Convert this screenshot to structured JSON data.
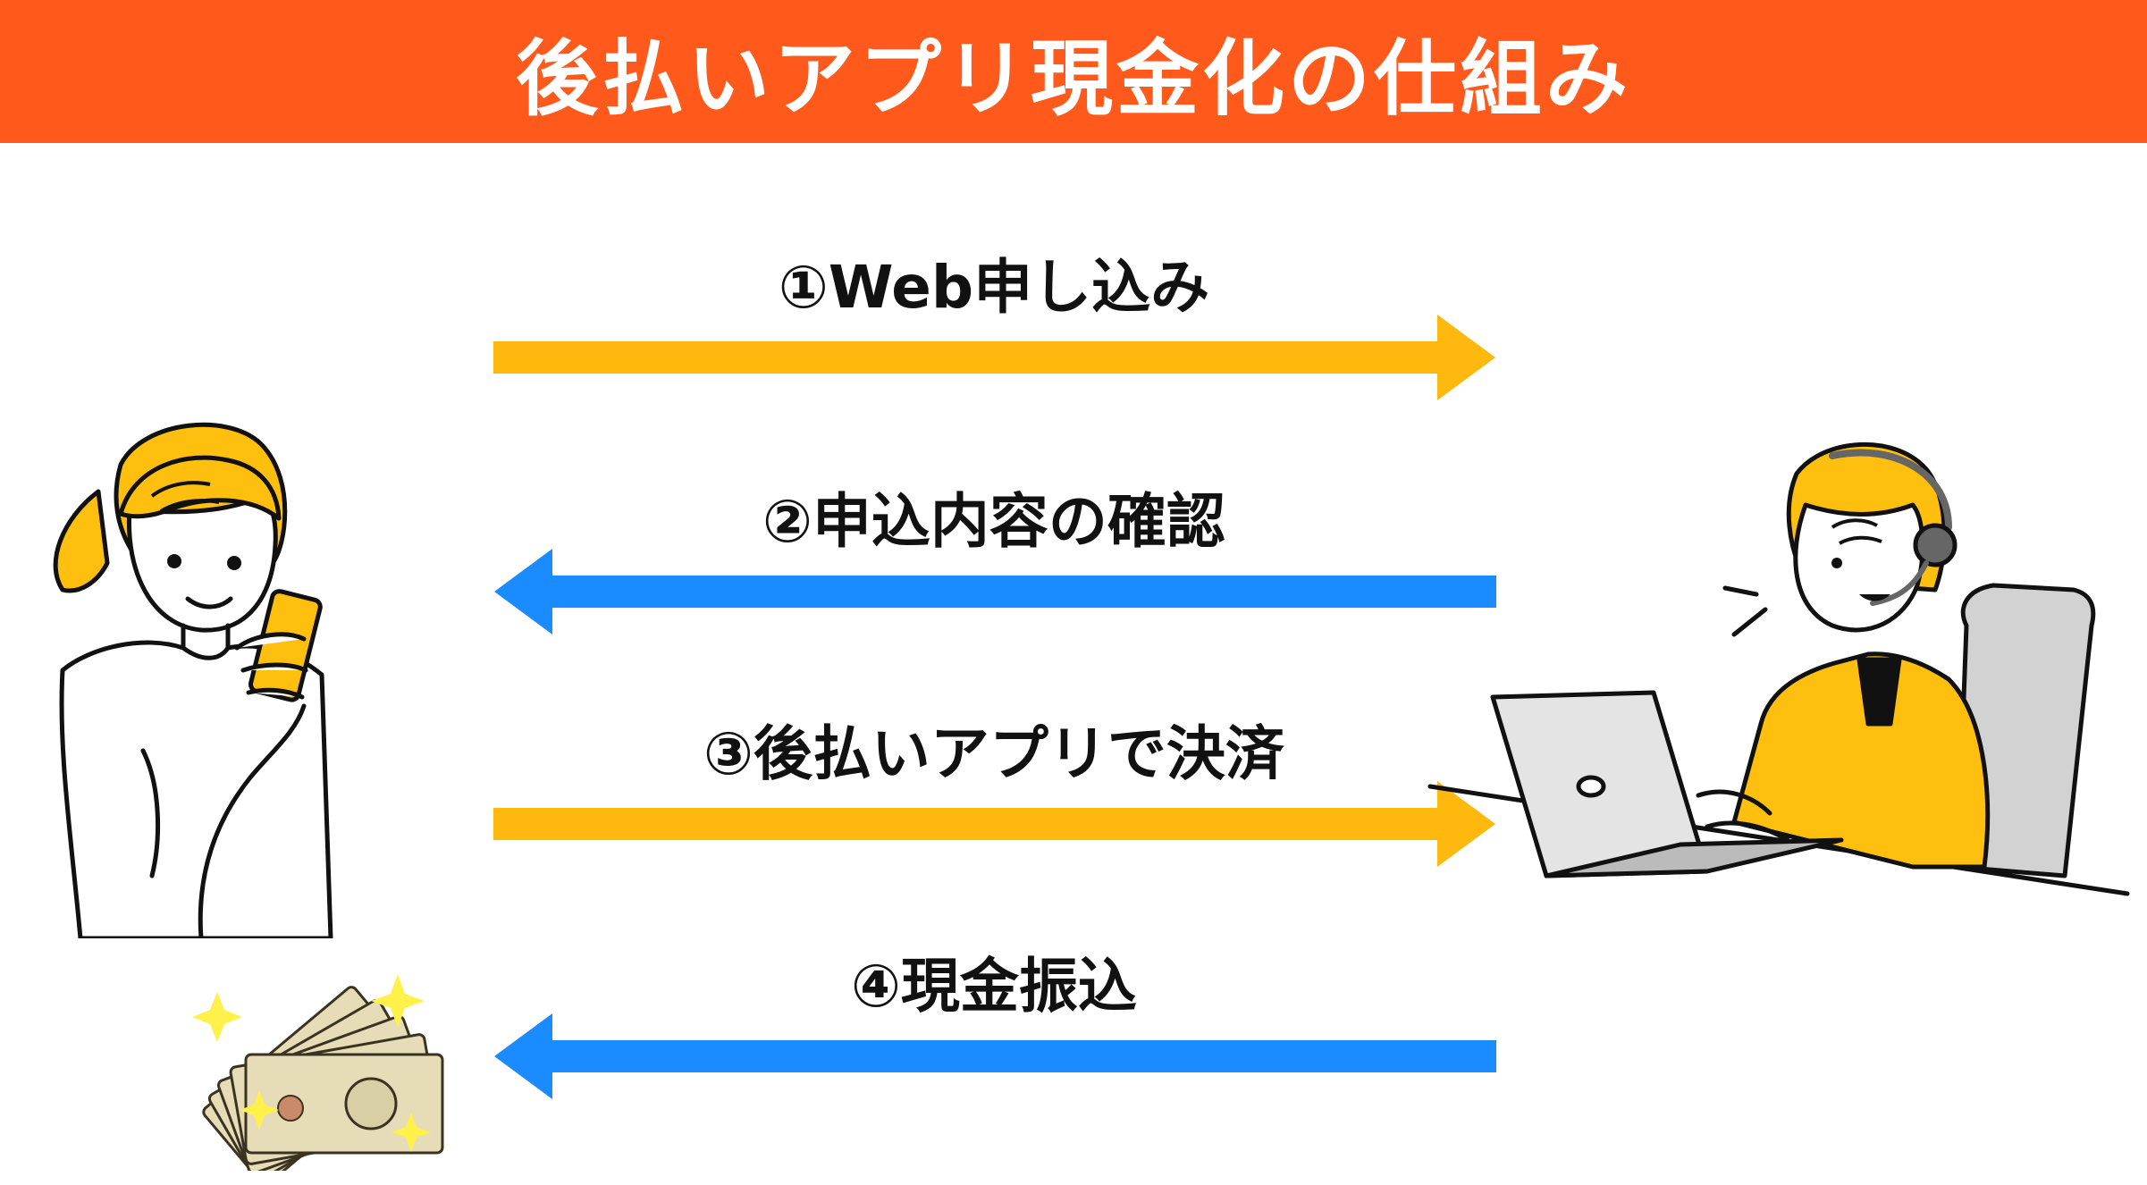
{
  "header": {
    "title": "後払いアプリ現金化の仕組み"
  },
  "colors": {
    "header_bg": "#ff5a1b",
    "forward_arrow": "#ffb80d",
    "back_arrow": "#1a8cff",
    "accent_yellow": "#ffbf0f"
  },
  "steps": [
    {
      "label": "①Web申し込み",
      "direction": "right"
    },
    {
      "label": "②申込内容の確認",
      "direction": "left"
    },
    {
      "label": "③後払いアプリで決済",
      "direction": "right"
    },
    {
      "label": "④現金振込",
      "direction": "left"
    }
  ],
  "illustrations": {
    "customer": "woman-with-smartphone-illustration",
    "operator": "operator-with-headset-laptop-illustration",
    "money": "yen-banknotes-sparkle-illustration"
  }
}
